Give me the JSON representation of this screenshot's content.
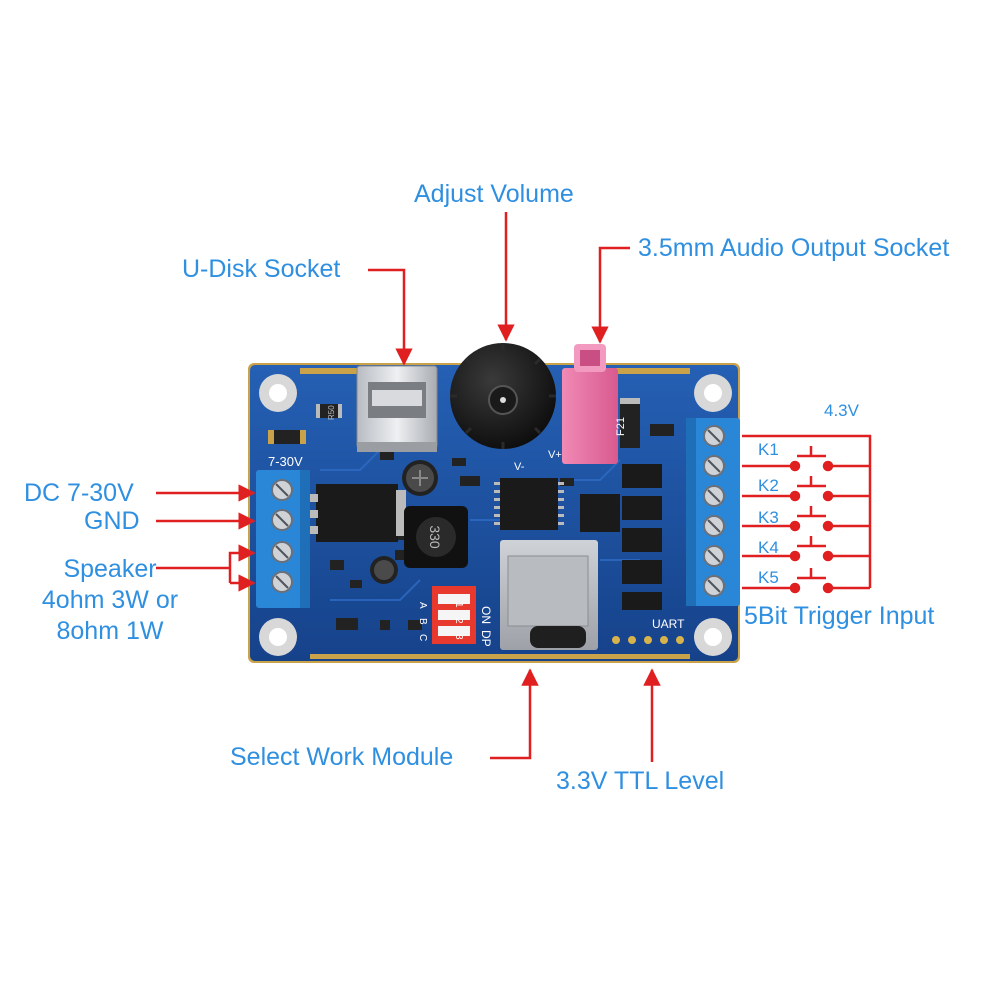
{
  "labels": {
    "adjust_volume": "Adjust Volume",
    "usb_socket": "U-Disk Socket",
    "audio_socket": "3.5mm Audio Output Socket",
    "dc_power": "DC 7-30V",
    "gnd": "GND",
    "speaker_line1": "Speaker",
    "speaker_line2": "4ohm 3W or",
    "speaker_line3": "8ohm 1W",
    "trigger_voltage": "4.3V",
    "trigger_input": "5Bit Trigger Input",
    "select_work_module": "Select Work Module",
    "ttl_level": "3.3V TTL Level"
  },
  "trigger_keys": [
    "K1",
    "K2",
    "K3",
    "K4",
    "K5"
  ],
  "pcb_silkscreen": {
    "voltage": "7-30V",
    "uart": "UART",
    "dip_on": "ON",
    "dip_dp": "DP",
    "dip_positions": [
      "A",
      "B",
      "C"
    ],
    "dip_numbers": [
      "1",
      "2",
      "3"
    ],
    "volume_minus": "V-",
    "volume_plus": "V+",
    "inductor": "330",
    "resistor": "R50",
    "fuse": "F21"
  },
  "colors": {
    "label_blue": "#2f8fe0",
    "arrow_red": "#e02020",
    "pcb_blue": "#1c4f9c",
    "terminal_blue": "#2a86d6",
    "dip_red": "#e8392f",
    "audio_pink": "#ea6fa1"
  }
}
